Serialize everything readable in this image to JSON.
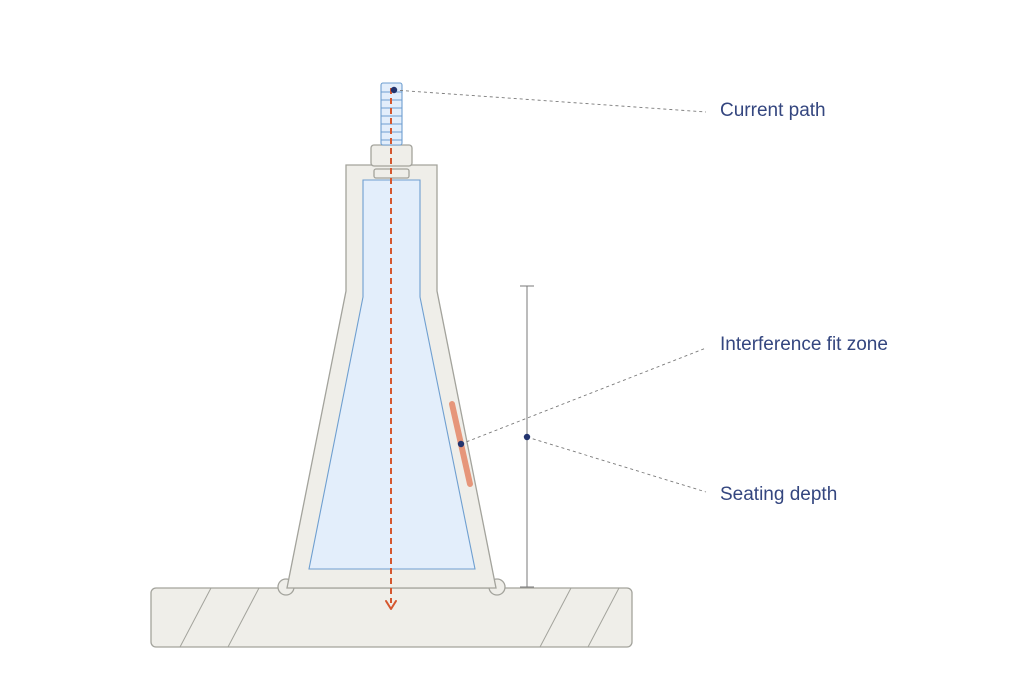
{
  "colors": {
    "background": "#ffffff",
    "part_fill": "#efeee9",
    "part_stroke": "#a3a39c",
    "inner_fill": "#e3eefb",
    "inner_stroke": "#6f9fd0",
    "current_path": "#d5572f",
    "fit_zone": "#e6967a",
    "leader_dot": "#23346e",
    "leader_line": "#7a7a7a",
    "label_text": "#34467f"
  },
  "callouts": {
    "current_path": "Current path",
    "interference_fit_zone": "Interference fit zone",
    "seating_depth": "Seating depth"
  },
  "icons": {
    "current_arrow": "arrow-down-icon"
  }
}
